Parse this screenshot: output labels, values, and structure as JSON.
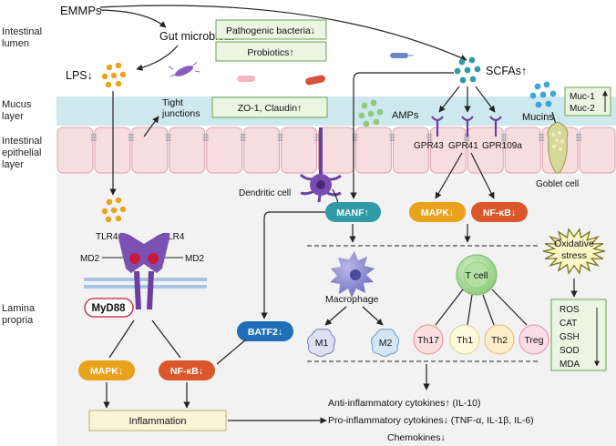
{
  "regions": {
    "lumen": [
      "Intestinal",
      "lumen"
    ],
    "mucus": [
      "Mucus",
      "layer"
    ],
    "epithelial": [
      "Intestinal",
      "epithelial",
      "layer"
    ],
    "lamina": [
      "Lamina",
      "propria"
    ]
  },
  "top": {
    "emmps": "EMMPs",
    "gut_microbiota": "Gut microbiota",
    "pathogenic": "Pathogenic bacteria↓",
    "probiotics": "Probiotics↑",
    "lps": "LPS↓",
    "scfas": "SCFAs↑",
    "tight_junctions": [
      "Tight",
      "junctions"
    ],
    "zo1": "ZO-1, Claudin↑",
    "amps": "AMPs",
    "mucins": "Mucins",
    "muc": [
      "Muc-1",
      "Muc-2"
    ]
  },
  "epithelium": {
    "gpr43": "GPR43",
    "gpr41": "GPR41",
    "gpr109a": "GPR109a",
    "dendritic": "Dendritic cell",
    "goblet": "Goblet cell"
  },
  "lamina": {
    "tlr4_left": "TLR4",
    "tlr4_right": "TLR4",
    "md2_left": "MD2",
    "md2_right": "MD2",
    "myd88": "MyD88",
    "mapk_left": "MAPK↓",
    "nfkb_left": "NF-κB↓",
    "inflammation": "Inflammation",
    "manf": "MANF↑",
    "batf2": "BATF2↓",
    "mapk_right": "MAPK↓",
    "nfkb_right": "NF-κB↓",
    "macrophage": "Macrophage",
    "m1": "M1",
    "m2": "M2",
    "tcell": "T cell",
    "th17": "Th17",
    "th1": "Th1",
    "th2": "Th2",
    "treg": "Treg",
    "oxidative": [
      "Oxidative",
      "stress"
    ],
    "markers": [
      "ROS",
      "CAT",
      "GSH",
      "SOD",
      "MDA"
    ],
    "cytokines": [
      "Anti-inflammatory cytokines↑  (IL-10)",
      "Pro-inflammatory cytokines↓  (TNF-α, IL-1β, IL-6)",
      "Chemokines↓"
    ]
  },
  "colors": {
    "mucus": "#cde8ee",
    "epithelial": "#f6dde0",
    "cell_border": "#d9a0a8",
    "lamina": "#f1f1f1",
    "green_box": "#eaf5e2",
    "green_border": "#6aa352",
    "orange_pill": "#e8a21b",
    "red_pill": "#d9572b",
    "blue_pill": "#1f6fb8",
    "teal_pill": "#2f9aa6",
    "purple": "#6b3fa0",
    "tcell": "#a9d99a"
  }
}
